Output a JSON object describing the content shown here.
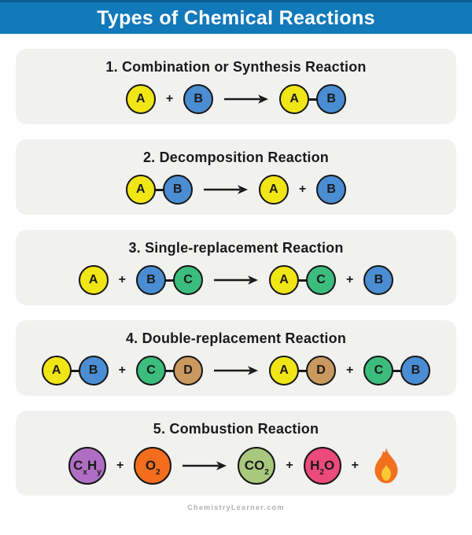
{
  "header": {
    "title": "Types of Chemical Reactions"
  },
  "footer": {
    "credit": "ChemistryLearner.com"
  },
  "symbols": {
    "plus": "+"
  },
  "colors": {
    "header_bg": "#1279BA",
    "header_top_edge": "#0D5D92",
    "card_bg": "#F1F1F0",
    "ink": "#1A1A1A",
    "atom_yellow": "#F0E515",
    "atom_blue": "#4A8DD2",
    "atom_green": "#3CBC7D",
    "atom_tan": "#C9995F",
    "atom_purple": "#AF6EC3",
    "atom_orange": "#F36D1D",
    "atom_sage": "#A8C87E",
    "atom_pink": "#EC4A7A",
    "flame_outer": "#F0701E",
    "flame_inner": "#FDC731",
    "footer_text": "#B3B1AE"
  },
  "sections": [
    {
      "heading": "1. Combination or Synthesis Reaction",
      "equation": [
        {
          "type": "molecule",
          "atoms": [
            {
              "color": "atom_yellow",
              "parts": [
                {
                  "text": "A"
                }
              ]
            }
          ]
        },
        {
          "type": "plus"
        },
        {
          "type": "molecule",
          "atoms": [
            {
              "color": "atom_blue",
              "parts": [
                {
                  "text": "B"
                }
              ]
            }
          ]
        },
        {
          "type": "arrow"
        },
        {
          "type": "molecule",
          "atoms": [
            {
              "color": "atom_yellow",
              "parts": [
                {
                  "text": "A"
                }
              ]
            },
            {
              "color": "atom_blue",
              "parts": [
                {
                  "text": "B"
                }
              ]
            }
          ]
        }
      ]
    },
    {
      "heading": "2. Decomposition Reaction",
      "equation": [
        {
          "type": "molecule",
          "atoms": [
            {
              "color": "atom_yellow",
              "parts": [
                {
                  "text": "A"
                }
              ]
            },
            {
              "color": "atom_blue",
              "parts": [
                {
                  "text": "B"
                }
              ]
            }
          ]
        },
        {
          "type": "arrow"
        },
        {
          "type": "molecule",
          "atoms": [
            {
              "color": "atom_yellow",
              "parts": [
                {
                  "text": "A"
                }
              ]
            }
          ]
        },
        {
          "type": "plus"
        },
        {
          "type": "molecule",
          "atoms": [
            {
              "color": "atom_blue",
              "parts": [
                {
                  "text": "B"
                }
              ]
            }
          ]
        }
      ]
    },
    {
      "heading": "3. Single-replacement Reaction",
      "equation": [
        {
          "type": "molecule",
          "atoms": [
            {
              "color": "atom_yellow",
              "parts": [
                {
                  "text": "A"
                }
              ]
            }
          ]
        },
        {
          "type": "plus"
        },
        {
          "type": "molecule",
          "atoms": [
            {
              "color": "atom_blue",
              "parts": [
                {
                  "text": "B"
                }
              ]
            },
            {
              "color": "atom_green",
              "parts": [
                {
                  "text": "C"
                }
              ]
            }
          ]
        },
        {
          "type": "arrow"
        },
        {
          "type": "molecule",
          "atoms": [
            {
              "color": "atom_yellow",
              "parts": [
                {
                  "text": "A"
                }
              ]
            },
            {
              "color": "atom_green",
              "parts": [
                {
                  "text": "C"
                }
              ]
            }
          ]
        },
        {
          "type": "plus"
        },
        {
          "type": "molecule",
          "atoms": [
            {
              "color": "atom_blue",
              "parts": [
                {
                  "text": "B"
                }
              ]
            }
          ]
        }
      ]
    },
    {
      "heading": "4. Double-replacement Reaction",
      "equation": [
        {
          "type": "molecule",
          "atoms": [
            {
              "color": "atom_yellow",
              "parts": [
                {
                  "text": "A"
                }
              ]
            },
            {
              "color": "atom_blue",
              "parts": [
                {
                  "text": "B"
                }
              ]
            }
          ]
        },
        {
          "type": "plus"
        },
        {
          "type": "molecule",
          "atoms": [
            {
              "color": "atom_green",
              "parts": [
                {
                  "text": "C"
                }
              ]
            },
            {
              "color": "atom_tan",
              "parts": [
                {
                  "text": "D"
                }
              ]
            }
          ]
        },
        {
          "type": "arrow"
        },
        {
          "type": "molecule",
          "atoms": [
            {
              "color": "atom_yellow",
              "parts": [
                {
                  "text": "A"
                }
              ]
            },
            {
              "color": "atom_tan",
              "parts": [
                {
                  "text": "D"
                }
              ]
            }
          ]
        },
        {
          "type": "plus"
        },
        {
          "type": "molecule",
          "atoms": [
            {
              "color": "atom_green",
              "parts": [
                {
                  "text": "C"
                }
              ]
            },
            {
              "color": "atom_blue",
              "parts": [
                {
                  "text": "B"
                }
              ]
            }
          ]
        }
      ]
    },
    {
      "heading": "5. Combustion Reaction",
      "equation": [
        {
          "type": "molecule",
          "size": "lg",
          "atoms": [
            {
              "color": "atom_purple",
              "parts": [
                {
                  "text": "C"
                },
                {
                  "text": "x",
                  "sub": true
                },
                {
                  "text": "H"
                },
                {
                  "text": "y",
                  "sub": true
                }
              ]
            }
          ]
        },
        {
          "type": "plus"
        },
        {
          "type": "molecule",
          "size": "lg",
          "atoms": [
            {
              "color": "atom_orange",
              "parts": [
                {
                  "text": "O"
                },
                {
                  "text": "2",
                  "sub": true
                }
              ]
            }
          ]
        },
        {
          "type": "arrow"
        },
        {
          "type": "molecule",
          "size": "lg",
          "atoms": [
            {
              "color": "atom_sage",
              "parts": [
                {
                  "text": "CO"
                },
                {
                  "text": "2",
                  "sub": true
                }
              ]
            }
          ]
        },
        {
          "type": "plus"
        },
        {
          "type": "molecule",
          "size": "lg",
          "atoms": [
            {
              "color": "atom_pink",
              "parts": [
                {
                  "text": "H"
                },
                {
                  "text": "2",
                  "sub": true
                },
                {
                  "text": "O"
                }
              ]
            }
          ]
        },
        {
          "type": "plus"
        },
        {
          "type": "flame"
        }
      ]
    }
  ]
}
